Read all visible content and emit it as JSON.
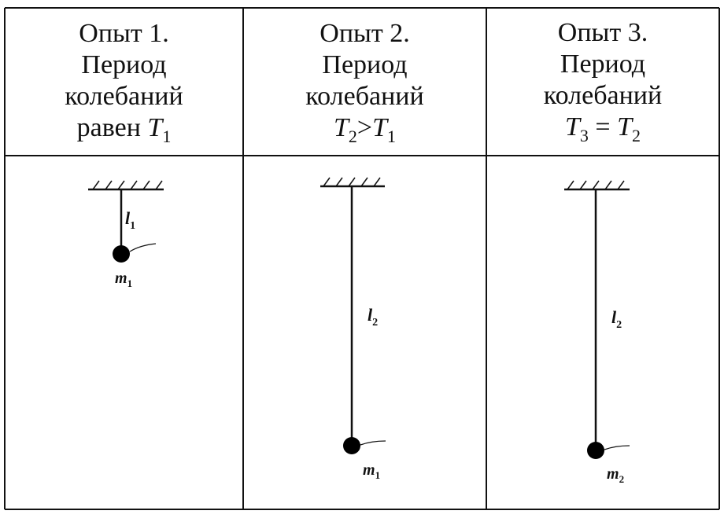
{
  "columns": [
    {
      "title": "Опыт 1.",
      "line2": "Период",
      "line3": "колебаний",
      "line4_text": "равен ",
      "line4_T": "T",
      "line4_T_sub": "1",
      "length_label": "l",
      "length_sub": "1",
      "mass_label": "m",
      "mass_sub": "1"
    },
    {
      "title": "Опыт 2.",
      "line2": "Период",
      "line3": "колебаний",
      "relation_left_T": "T",
      "relation_left_sub": "2",
      "relation_op": ">",
      "relation_right_T": "T",
      "relation_right_sub": "1",
      "length_label": "l",
      "length_sub": "2",
      "mass_label": "m",
      "mass_sub": "1"
    },
    {
      "title": "Опыт 3.",
      "line2": "Период",
      "line3": "колебаний",
      "relation_left_T": "T",
      "relation_left_sub": "3",
      "relation_op": " = ",
      "relation_right_T": "T",
      "relation_right_sub": "2",
      "length_label": "l",
      "length_sub": "2",
      "mass_label": "m",
      "mass_sub": "2"
    }
  ]
}
